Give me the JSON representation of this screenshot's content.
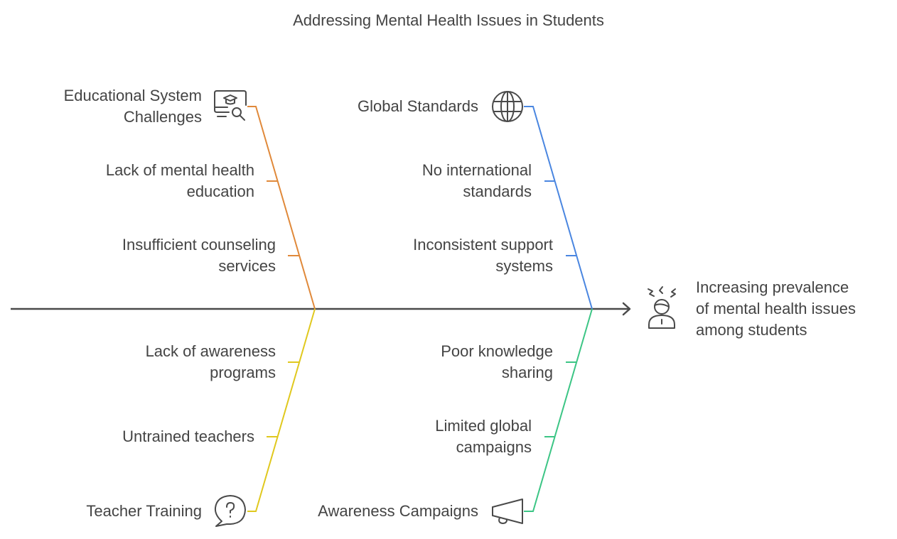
{
  "title": "Addressing Mental Health Issues in Students",
  "effect": {
    "label_line1": "Increasing prevalence",
    "label_line2": "of mental health issues",
    "label_line3": "among students",
    "icon": "stressed-person-icon"
  },
  "colors": {
    "spine": "#4a4a4a",
    "educational": "#E0893A",
    "global": "#4A86E0",
    "teacher": "#E0C81E",
    "awareness": "#3CC585",
    "icon": "#4a4a4a",
    "text": "#444444"
  },
  "categories": {
    "educational": {
      "label_line1": "Educational System",
      "label_line2": "Challenges",
      "icon": "education-search-icon",
      "causes": [
        {
          "line1": "Lack of mental health",
          "line2": "education"
        },
        {
          "line1": "Insufficient counseling",
          "line2": "services"
        }
      ]
    },
    "global": {
      "label_line1": "Global Standards",
      "icon": "globe-icon",
      "causes": [
        {
          "line1": "No international",
          "line2": "standards"
        },
        {
          "line1": "Inconsistent support",
          "line2": "systems"
        }
      ]
    },
    "teacher": {
      "label_line1": "Teacher Training",
      "icon": "question-bubble-icon",
      "causes": [
        {
          "line1": "Lack of awareness",
          "line2": "programs"
        },
        {
          "line1": "Untrained teachers",
          "line2": ""
        }
      ]
    },
    "awareness": {
      "label_line1": "Awareness Campaigns",
      "icon": "megaphone-icon",
      "causes": [
        {
          "line1": "Poor knowledge",
          "line2": "sharing"
        },
        {
          "line1": "Limited global",
          "line2": "campaigns"
        }
      ]
    }
  }
}
